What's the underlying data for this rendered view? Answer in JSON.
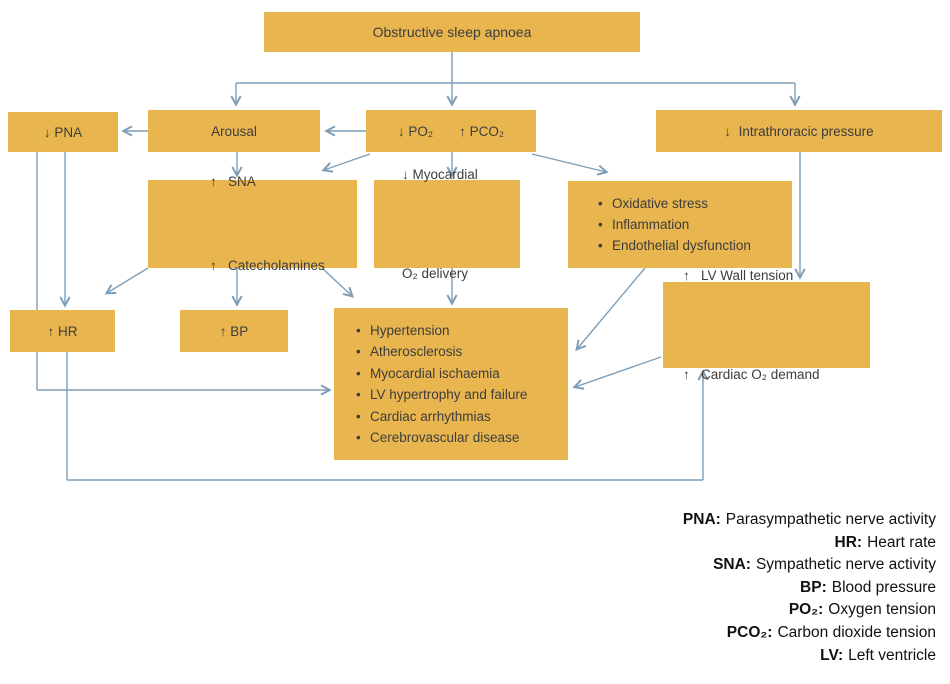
{
  "colors": {
    "box_fill": "#E8B54F",
    "arrow": "#7E9EB7",
    "box_text": "#3E3D3B",
    "legend_text": "#111111",
    "background": "#ffffff"
  },
  "boxes": {
    "osa": {
      "label": "Obstructive sleep apnoea"
    },
    "pna": {
      "label": "↓ PNA"
    },
    "arousal": {
      "label": "Arousal"
    },
    "po2": {
      "parts": [
        "↓ PO₂",
        "↑ PCO₂"
      ]
    },
    "itp": {
      "label": "↓  Intrathroracic pressure"
    },
    "sna": {
      "lines": [
        "↑   SNA",
        "↑   Catecholamines"
      ]
    },
    "myo": {
      "lines": [
        "↓ Myocardial",
        "O₂ delivery"
      ]
    },
    "oxidative": {
      "items": [
        "Oxidative stress",
        "Inflammation",
        "Endothelial dysfunction"
      ]
    },
    "hr": {
      "label": "↑ HR"
    },
    "bp": {
      "label": "↑ BP"
    },
    "main": {
      "items": [
        "Hypertension",
        "Atherosclerosis",
        "Myocardial ischaemia",
        "LV hypertrophy and failure",
        "Cardiac arrhythmias",
        "Cerebrovascular disease"
      ]
    },
    "lv": {
      "lines": [
        "↑   LV Wall tension",
        "↑   Cardiac O₂ demand"
      ]
    }
  },
  "legend": {
    "items": [
      {
        "term": "PNA:",
        "def": "Parasympathetic nerve activity"
      },
      {
        "term": "HR:",
        "def": "Heart rate"
      },
      {
        "term": "SNA:",
        "def": "Sympathetic nerve activity"
      },
      {
        "term": "BP:",
        "def": "Blood pressure"
      },
      {
        "term": "PO₂:",
        "def": "Oxygen tension"
      },
      {
        "term": "PCO₂:",
        "def": "Carbon dioxide tension"
      },
      {
        "term": "LV:",
        "def": "Left ventricle"
      }
    ]
  }
}
